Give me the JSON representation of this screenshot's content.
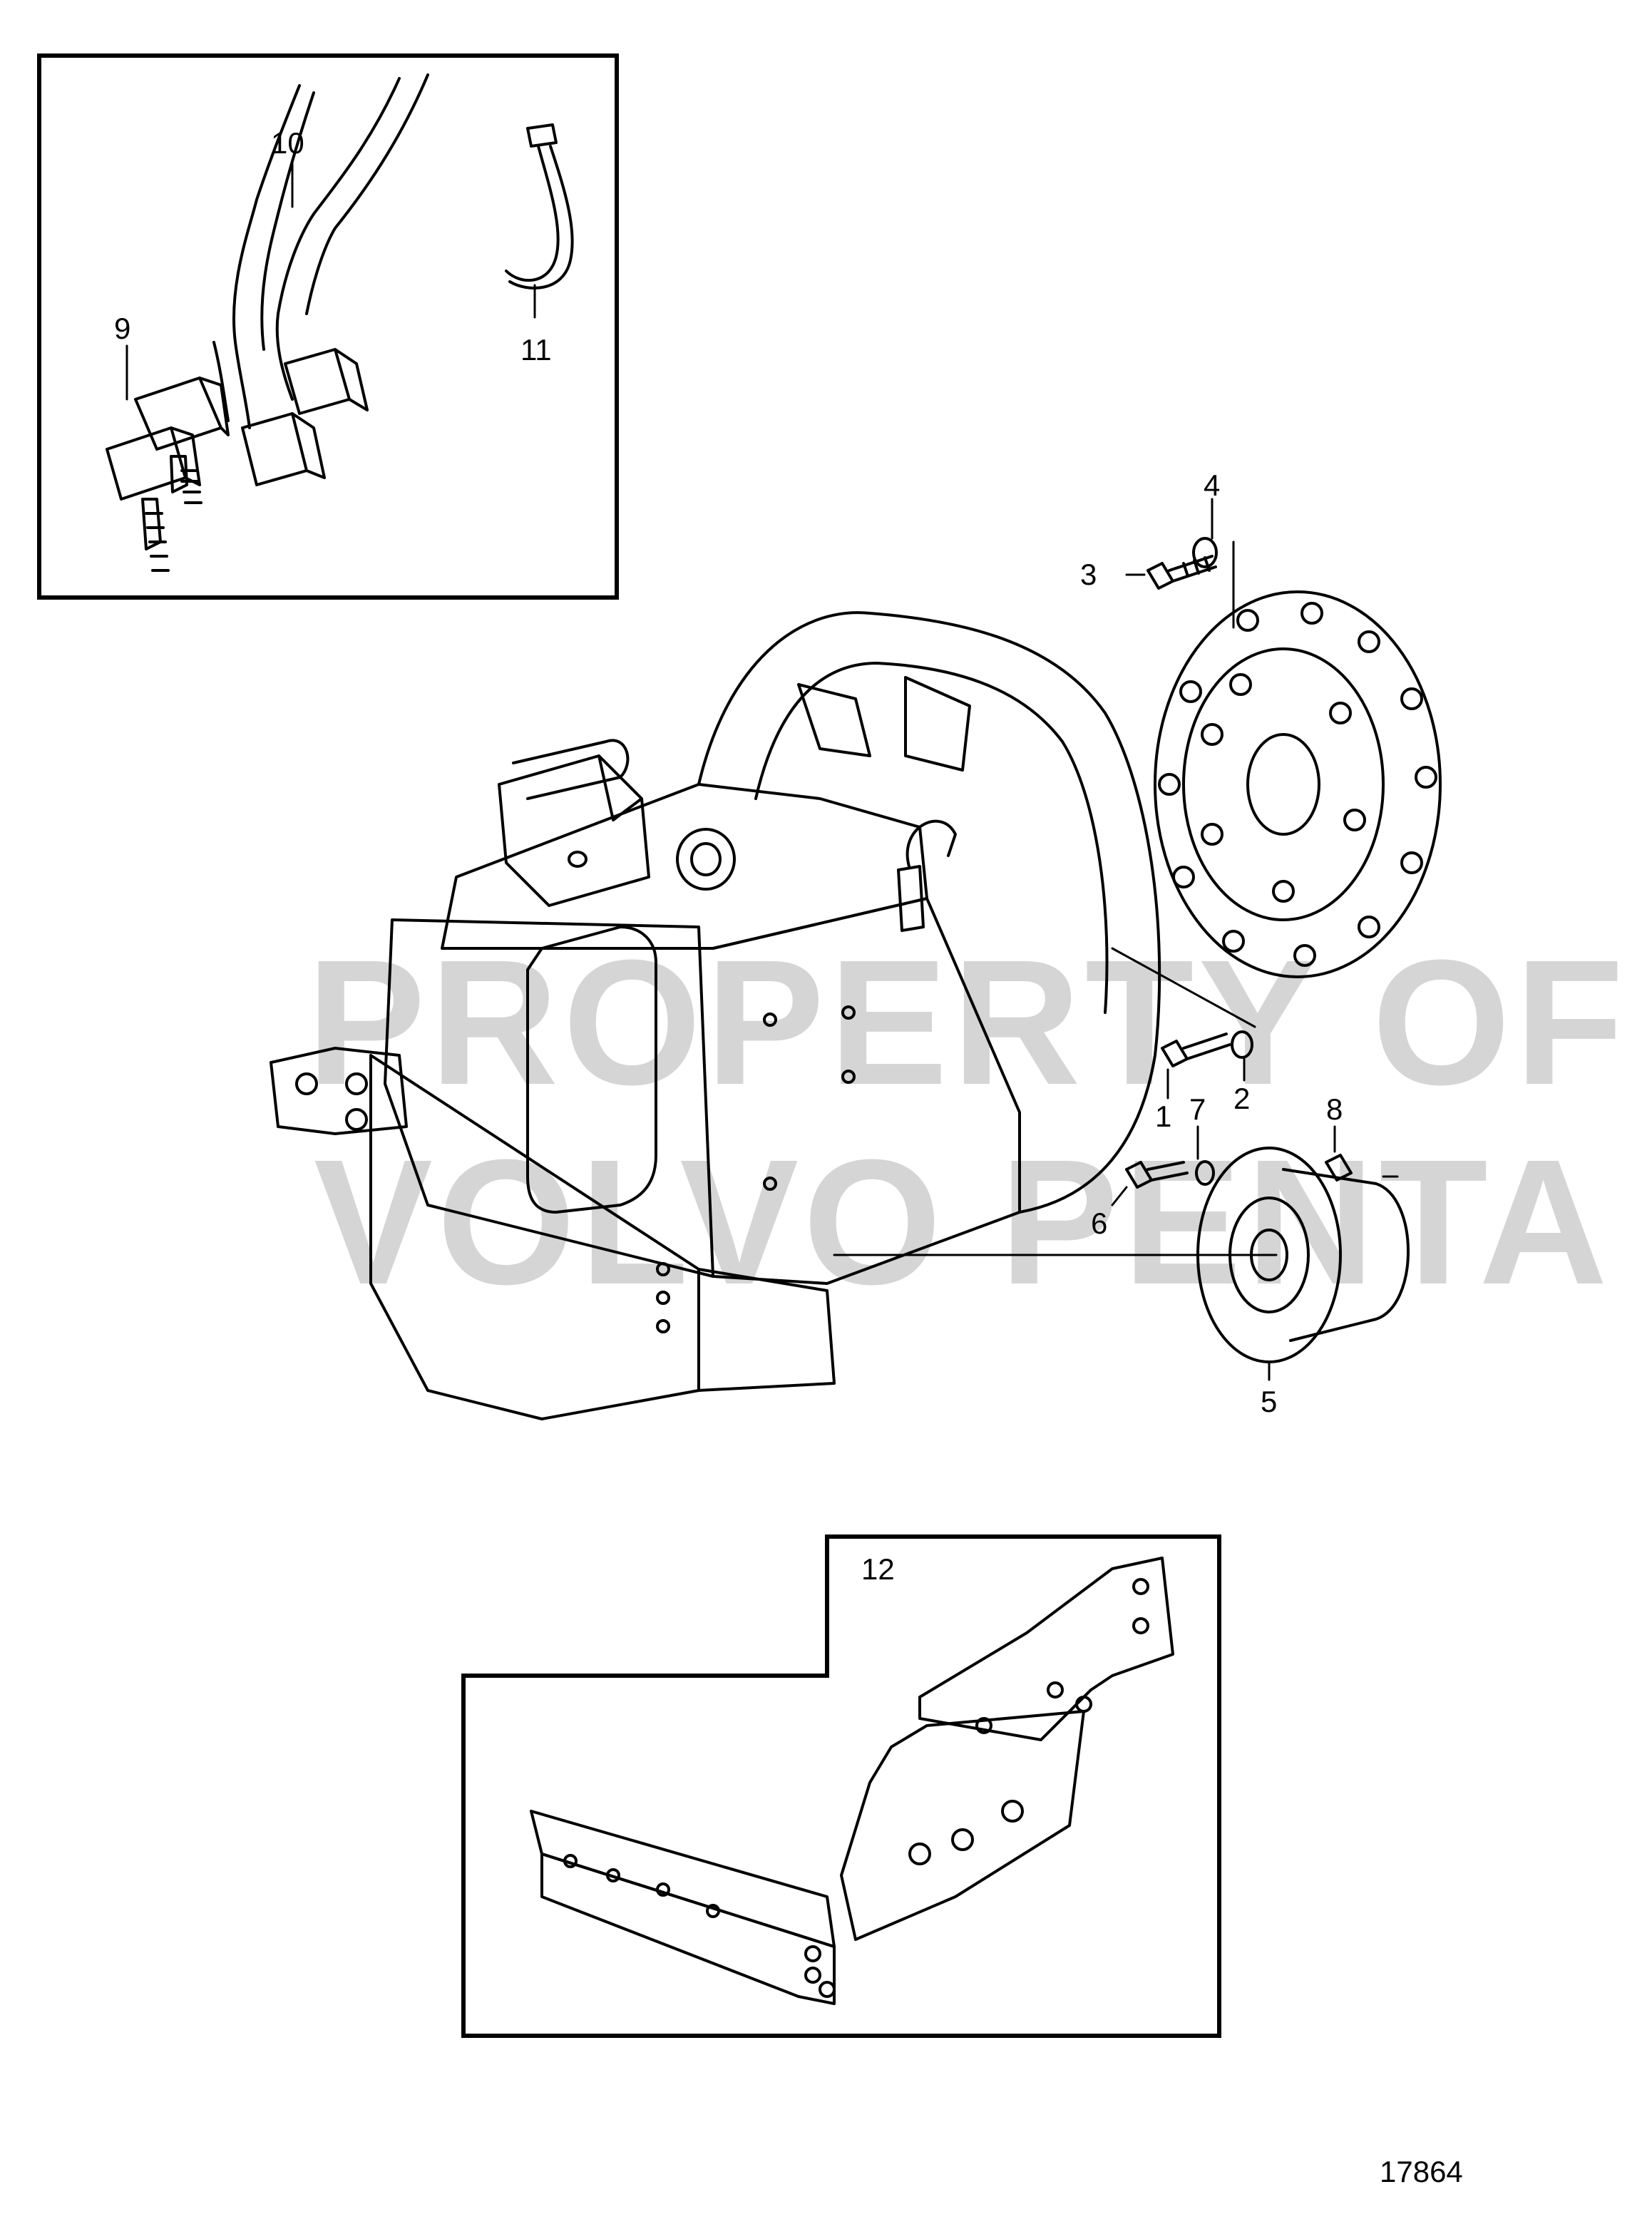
{
  "diagram_id": "17864",
  "watermark": {
    "line1": "PROPERTY OF",
    "line2": "VOLVO PENTA"
  },
  "callouts": {
    "c1": "1",
    "c2": "2",
    "c3": "3",
    "c4": "4",
    "c5": "5",
    "c6": "6",
    "c7": "7",
    "c8": "8",
    "c9": "9",
    "c10": "10",
    "c11": "11",
    "c12": "12"
  }
}
